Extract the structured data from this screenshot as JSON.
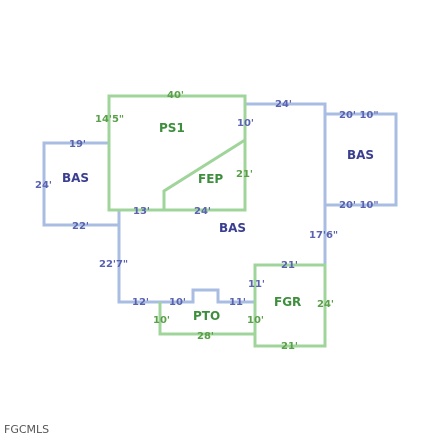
{
  "colors": {
    "blue_line": "#a9bde3",
    "green_line": "#9fd49a",
    "blue_text": "#3a3f8f",
    "green_text": "#3e8e3e",
    "blue_dim_text": "#5a63b0",
    "green_dim_text": "#5aa04a"
  },
  "areas": {
    "ps1": "PS1",
    "fep": "FEP",
    "bas_main": "BAS",
    "bas_left": "BAS",
    "bas_right": "BAS",
    "fgr": "FGR",
    "pto": "PTO"
  },
  "dims": {
    "ps1_top": "40'",
    "ps1_left": "14'5\"",
    "ps1_right": "10'",
    "fep_right": "21'",
    "fep_bottom": "24'",
    "bas_bottom_13": "13'",
    "main_top_24": "24'",
    "right_top": "20' 10\"",
    "right_bottom": "20' 10\"",
    "right_side": "17'6\"",
    "left_top": "19'",
    "left_side": "24'",
    "left_bottom": "22'",
    "main_left": "22'7\"",
    "main_bottom_12": "12'",
    "pto_top_10": "10'",
    "pto_top_11": "11'",
    "pto_left": "10'",
    "pto_right": "10'",
    "pto_bottom": "28'",
    "fgr_top": "21'",
    "fgr_left": "11'",
    "fgr_right": "24'",
    "fgr_bottom": "21'"
  },
  "watermark": "FGCMLS"
}
